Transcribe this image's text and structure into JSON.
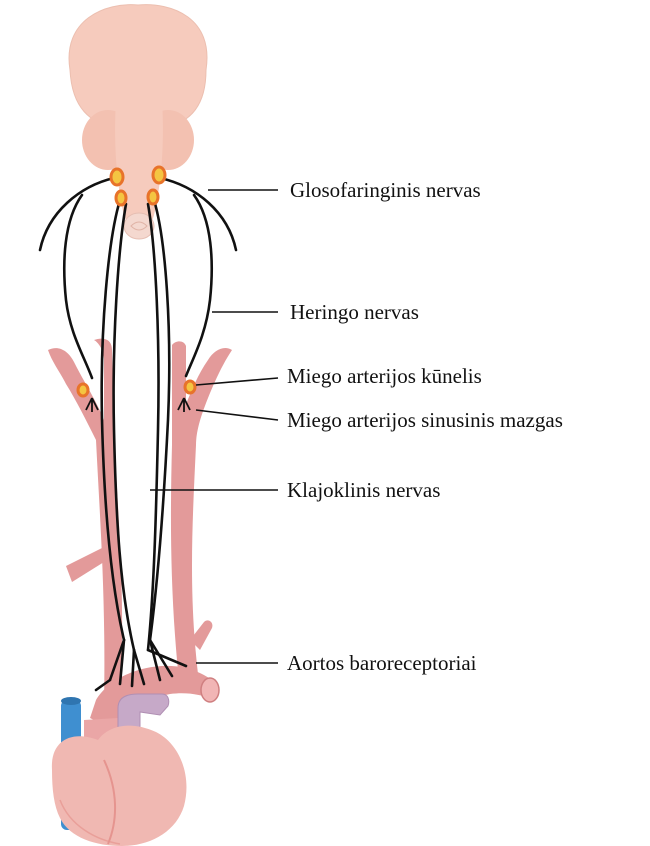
{
  "labels": {
    "glossopharyngeal": "Glosofaringinis nervas",
    "hering": "Heringo nervas",
    "carotid_body": "Miego arterijos kūnelis",
    "carotid_sinus": "Miego arterijos sinusinis mazgas",
    "vagus": "Klajoklinis nervas",
    "aortic": "Aortos baroreceptoriai"
  },
  "colors": {
    "brainstem": "#f6cbbd",
    "brainstem_shade": "#edb7a6",
    "artery": "#e39a9a",
    "artery_dark": "#cf7f80",
    "heart": "#f0b8b2",
    "heart_shade": "#e5948f",
    "vein": "#3f8fd0",
    "pulmonary": "#c6a9c8",
    "ganglion_fill": "#f4c542",
    "ganglion_ring": "#e8732a",
    "nerve": "#111111"
  }
}
